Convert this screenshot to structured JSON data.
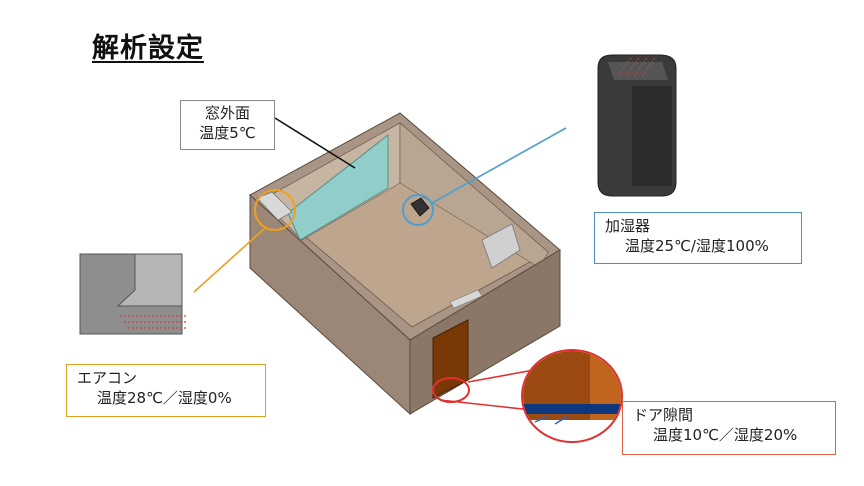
{
  "title": "解析設定",
  "window": {
    "label": "窓外面",
    "condition": "温度5℃"
  },
  "humidifier": {
    "label": "加湿器",
    "condition": "温度25℃/湿度100%"
  },
  "aircon": {
    "label": "エアコン",
    "condition": "温度28℃／湿度0%"
  },
  "door_gap": {
    "label": "ドア隙間",
    "condition": "温度10℃／湿度20%"
  },
  "colors": {
    "window_callout": "#8a8a8a",
    "humidifier_callout": "#4f8fbf",
    "aircon_callout": "#f0a020",
    "door_callout": "#e03030",
    "room_wall": "#9b8777",
    "floor": "#bda58e",
    "window_glass": "#92cec9",
    "door": "#7a3806"
  }
}
